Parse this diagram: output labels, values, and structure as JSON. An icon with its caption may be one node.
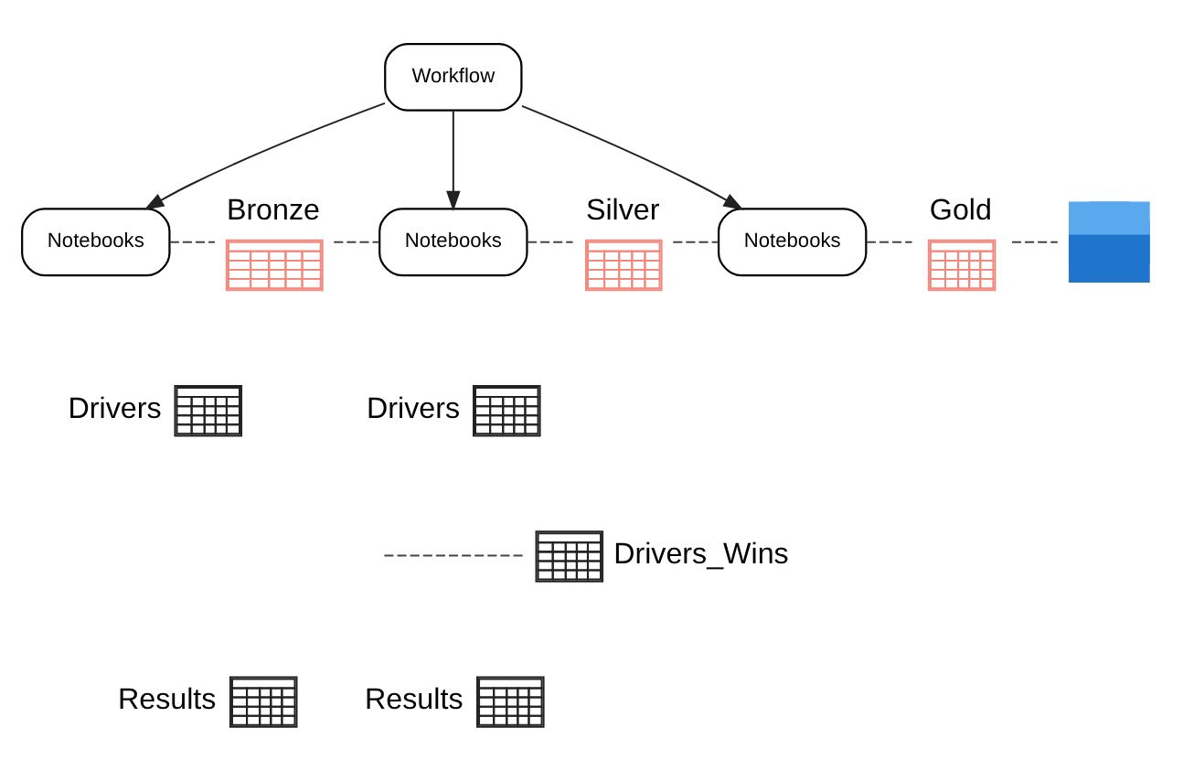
{
  "diagram": {
    "nodes": [
      {
        "text": [
          "Workflow"
        ]
      },
      {
        "text": [
          "Notebooks"
        ]
      },
      {
        "text": [],
        "shape": "picture",
        "beside": [
          "Bronze"
        ]
      },
      {
        "text": [
          "Notebooks"
        ]
      },
      {
        "text": [],
        "shape": "picture",
        "beside": [
          "Silver"
        ]
      },
      {
        "text": [
          "Notebooks"
        ]
      },
      {
        "text": [],
        "shape": "picture",
        "beside": [
          "Gold"
        ]
      },
      {
        "text": [],
        "shape": "picture"
      },
      {
        "text": [],
        "shape": "picture",
        "beside": [
          "Drivers"
        ]
      },
      {
        "text": [],
        "shape": "picture",
        "beside": [
          "Drivers"
        ]
      },
      {
        "text": [],
        "shape": "picture",
        "beside": [
          "Drivers_Wins"
        ]
      },
      {
        "text": [],
        "shape": "picture",
        "beside": [
          "Results"
        ]
      },
      {
        "text": [],
        "shape": "picture",
        "beside": [
          "Results"
        ]
      }
    ],
    "edges": [
      {
        "from": 0,
        "to": 1,
        "arrow": "to"
      },
      {
        "from": 0,
        "to": 3,
        "arrow": "to"
      },
      {
        "from": 0,
        "to": 5,
        "arrow": "to"
      },
      {
        "from": 1,
        "to": 2,
        "arrow": "none",
        "style": "dashed"
      },
      {
        "from": 2,
        "to": 3,
        "arrow": "none",
        "style": "dashed"
      },
      {
        "from": 3,
        "to": 4,
        "arrow": "none",
        "style": "dashed"
      },
      {
        "from": 4,
        "to": 5,
        "arrow": "none",
        "style": "dashed"
      },
      {
        "from": 5,
        "to": 6,
        "arrow": "none",
        "style": "dashed"
      },
      {
        "from": 6,
        "to": 7,
        "arrow": "none",
        "style": "dashed"
      },
      {
        "from": null,
        "to": 10,
        "arrow": "none",
        "style": "dashed"
      }
    ]
  }
}
